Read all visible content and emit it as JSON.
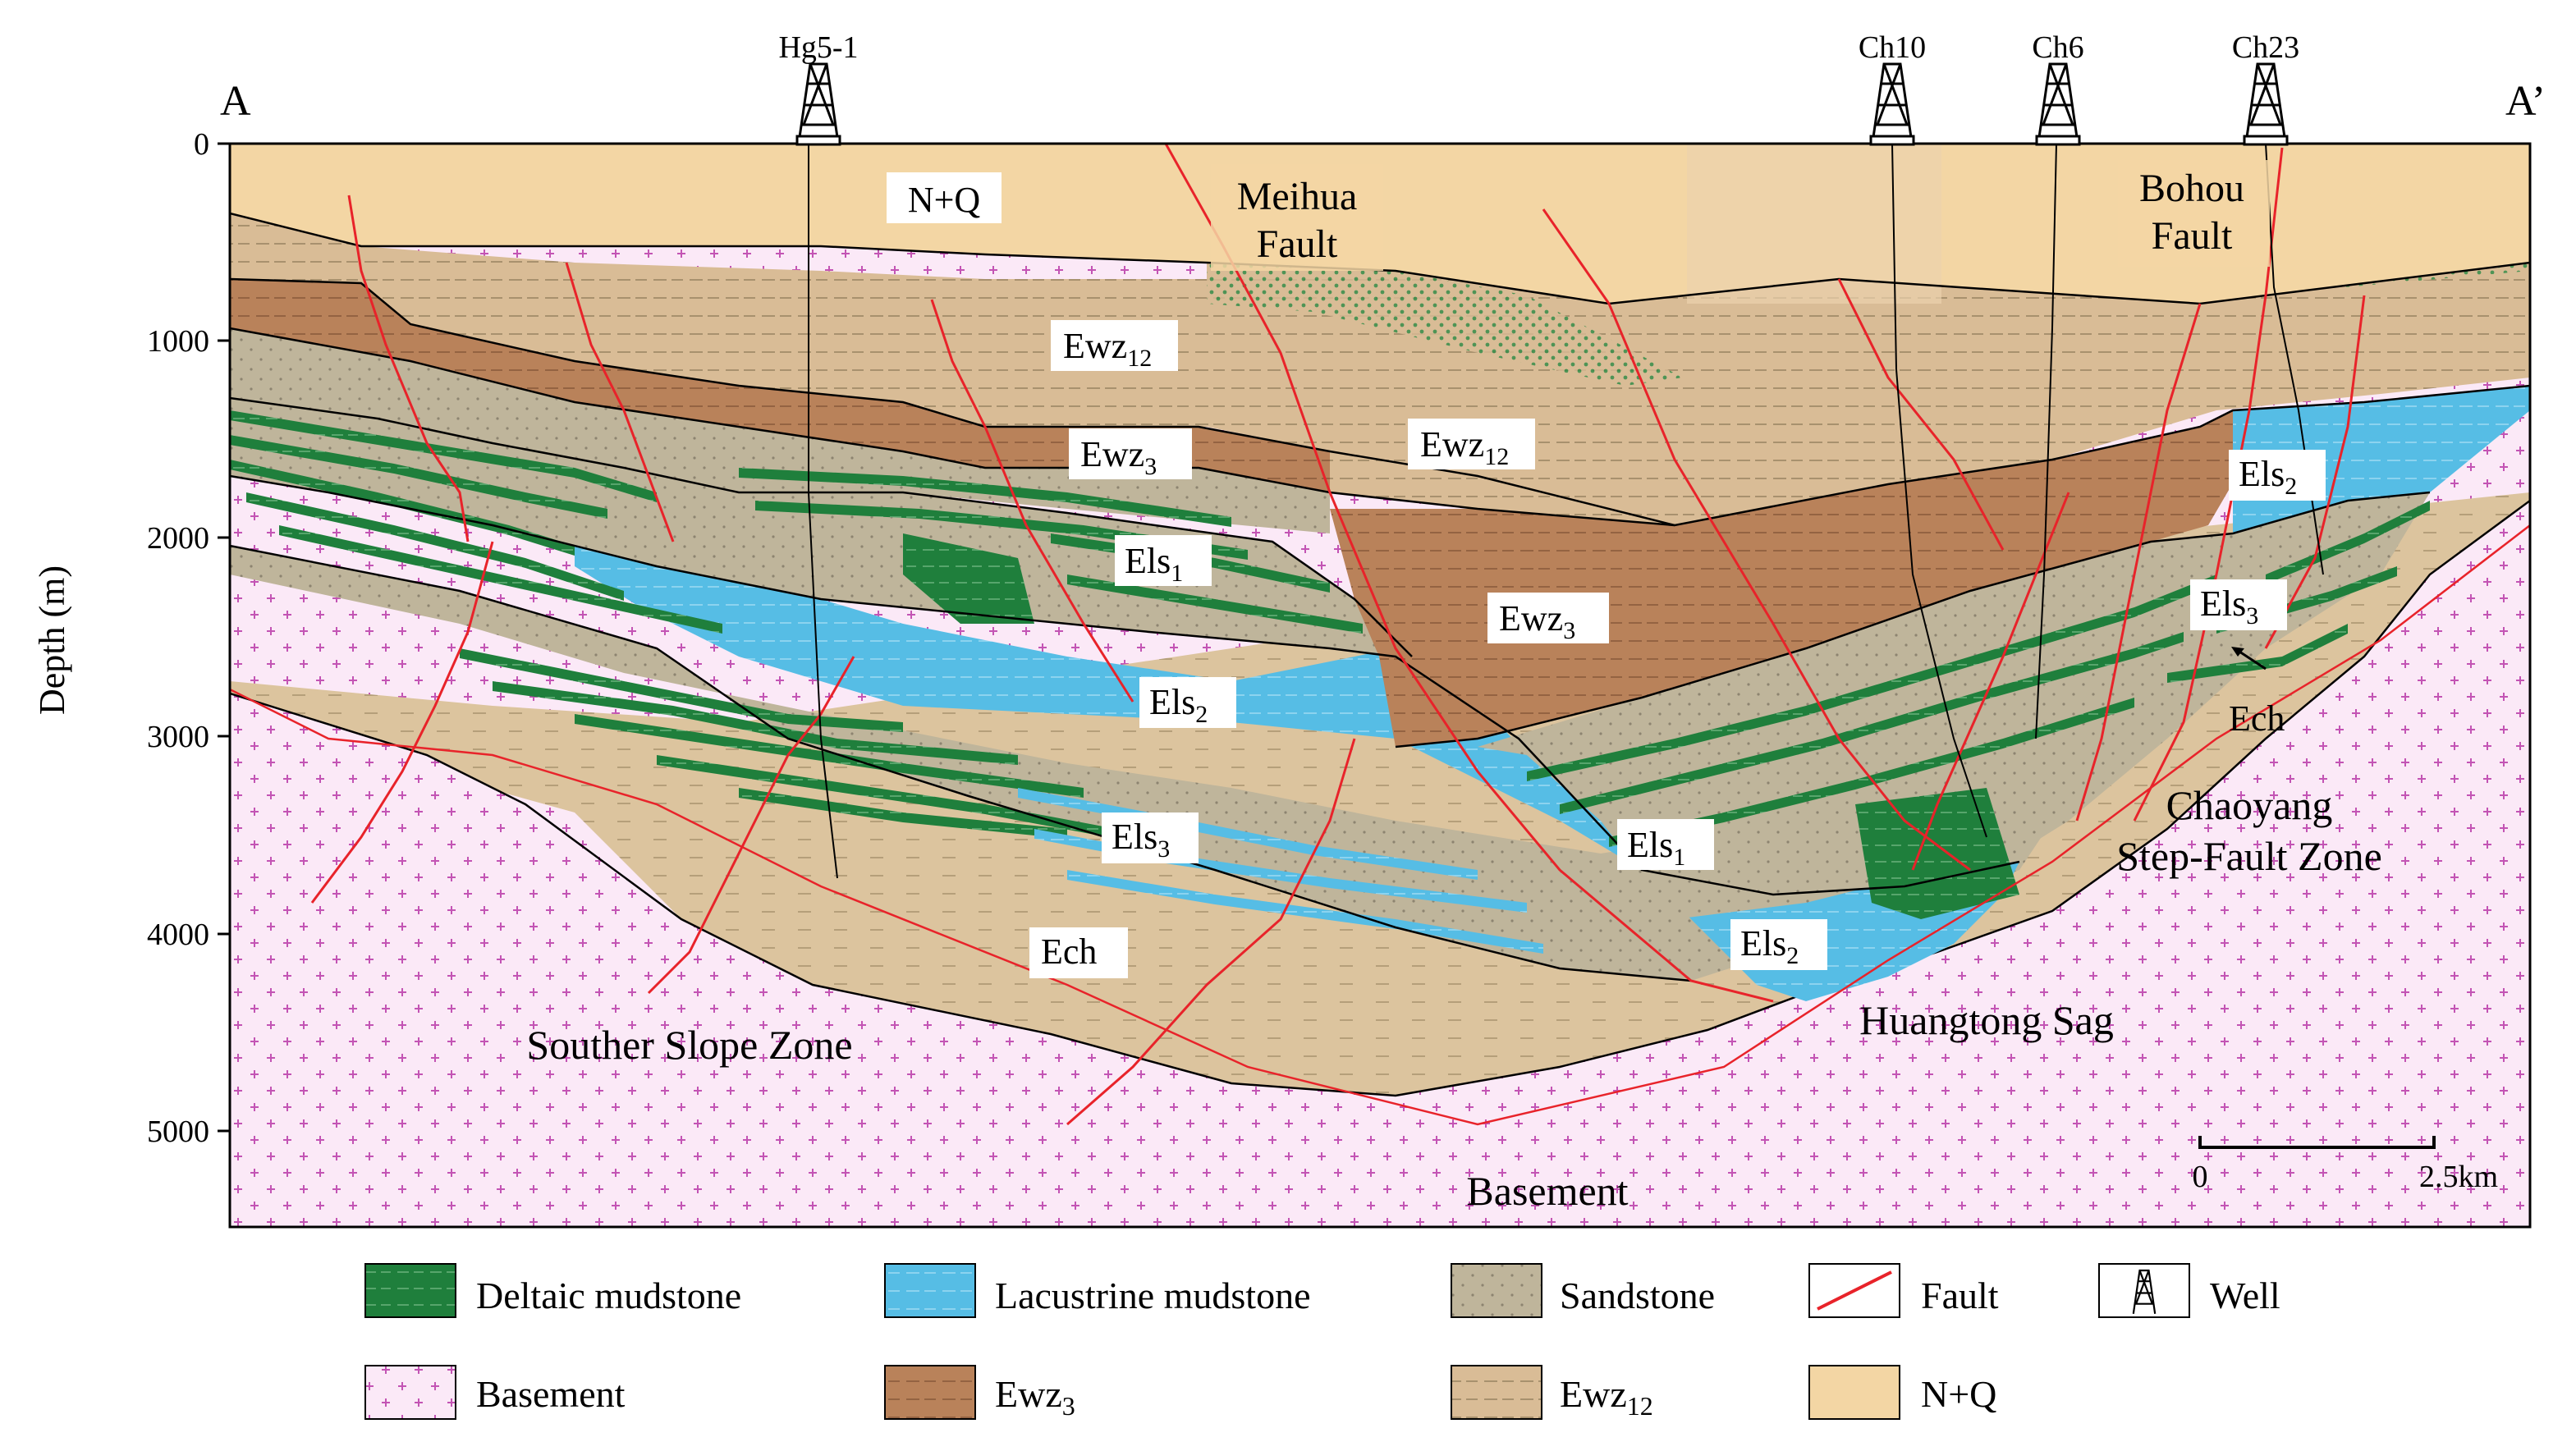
{
  "section": {
    "left_end": "A",
    "right_end": "A’",
    "axis_title": "Depth (m)",
    "depth_ticks": [
      "0",
      "1000",
      "2000",
      "3000",
      "4000",
      "5000"
    ]
  },
  "wells": [
    {
      "name": "Hg5-1"
    },
    {
      "name": "Ch10"
    },
    {
      "name": "Ch6"
    },
    {
      "name": "Ch23"
    }
  ],
  "faults": {
    "meihua": "Meihua Fault",
    "bohou": "Bohou Fault"
  },
  "units": {
    "nq": "N+Q",
    "ewz12": {
      "base": "Ewz",
      "sub": "12"
    },
    "ewz3": {
      "base": "Ewz",
      "sub": "3"
    },
    "els1": {
      "base": "Els",
      "sub": "1"
    },
    "els2": {
      "base": "Els",
      "sub": "2"
    },
    "els3": {
      "base": "Els",
      "sub": "3"
    },
    "ech": {
      "base": "Ech"
    }
  },
  "zones": {
    "souther_slope": "Souther Slope Zone",
    "huangtong_sag": "Huangtong Sag",
    "chaoyang_line1": "Chaoyang",
    "chaoyang_line2": "Step-Fault Zone",
    "basement": "Basement"
  },
  "scale_bar": {
    "start": "0",
    "end": "2.5km"
  },
  "legend": [
    {
      "key": "deltaic",
      "label": "Deltaic mudstone"
    },
    {
      "key": "lacustrine",
      "label": "Lacustrine mudstone"
    },
    {
      "key": "sandstone",
      "label": "Sandstone"
    },
    {
      "key": "fault",
      "label": "Fault"
    },
    {
      "key": "well",
      "label": "Well"
    },
    {
      "key": "basement",
      "label": "Basement"
    },
    {
      "key": "ewz3",
      "label": "Ewz",
      "sub": "3"
    },
    {
      "key": "ewz12",
      "label": "Ewz",
      "sub": "12"
    },
    {
      "key": "nq",
      "label": "N+Q"
    }
  ],
  "colors": {
    "nq": "#f3d6a4",
    "ewz12": "#d9bc96",
    "ewz3": "#b9825a",
    "sandstone": "#bfb59b",
    "deltaic": "#1f7f3c",
    "lacustrine": "#56bde5",
    "ech": "#dcc49e",
    "basement": "#fbe9f7",
    "fault": "#e8232a"
  }
}
